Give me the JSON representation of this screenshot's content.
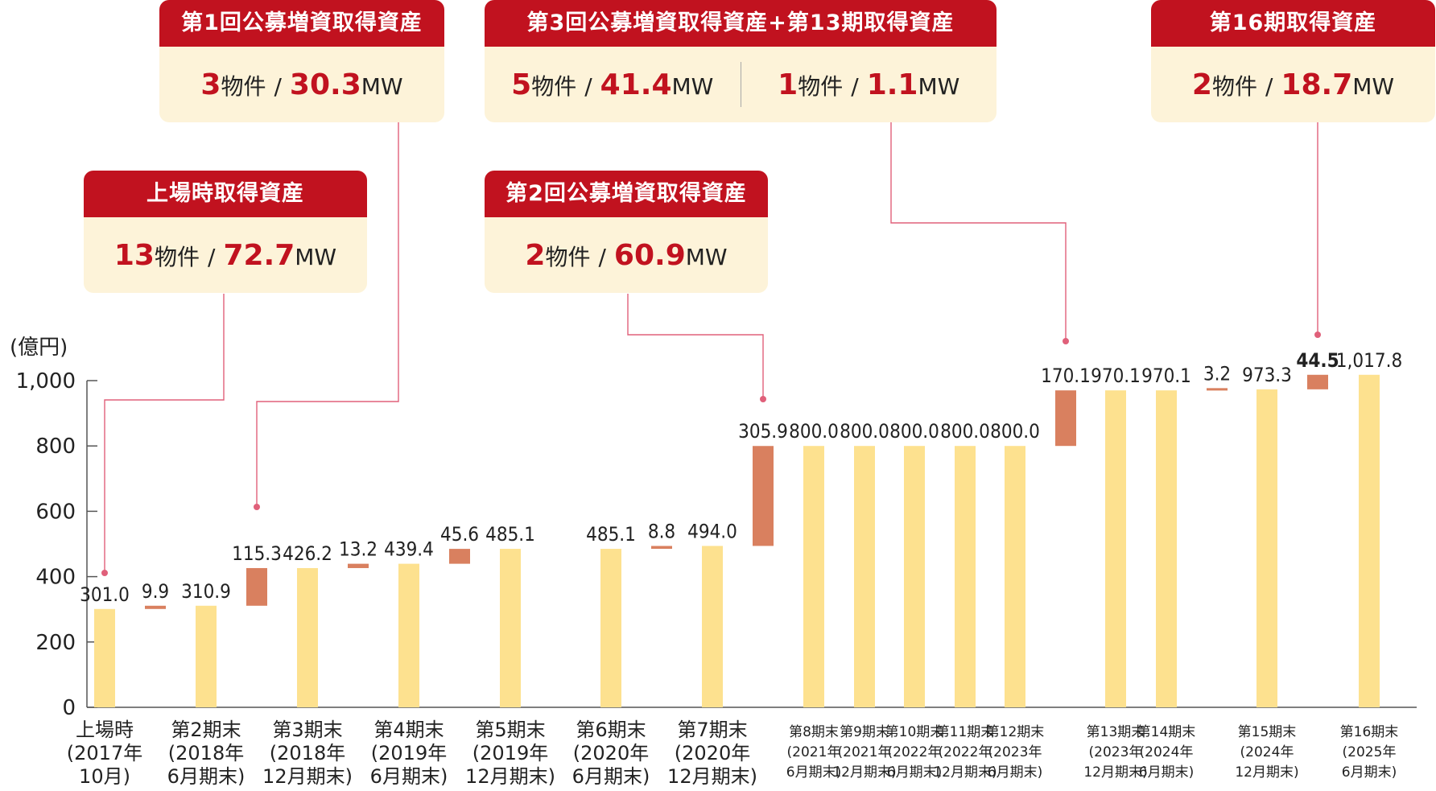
{
  "chart_data": {
    "type": "bar",
    "ylabel": "(億円)",
    "ylim": [
      0,
      1000
    ],
    "yticks": [
      0,
      200,
      400,
      600,
      800,
      1000
    ],
    "ytick_labels": [
      "0",
      "200",
      "400",
      "600",
      "800",
      "1,000"
    ],
    "grid": false,
    "series_colors": {
      "total": "#fde18f",
      "increment": "#d9805f"
    },
    "bars": [
      {
        "kind": "total",
        "label": "301.0",
        "base": 0,
        "value": 301.0,
        "category": [
          "上場時",
          "(2017年",
          "10月)"
        ]
      },
      {
        "kind": "increment",
        "label": "9.9",
        "base": 301.0,
        "value": 9.9
      },
      {
        "kind": "total",
        "label": "310.9",
        "base": 0,
        "value": 310.9,
        "category": [
          "第2期末",
          "(2018年",
          "6月期末)"
        ]
      },
      {
        "kind": "increment",
        "label": "115.3",
        "base": 310.9,
        "value": 115.3
      },
      {
        "kind": "total",
        "label": "426.2",
        "base": 0,
        "value": 426.2,
        "category": [
          "第3期末",
          "(2018年",
          "12月期末)"
        ]
      },
      {
        "kind": "increment",
        "label": "13.2",
        "base": 426.2,
        "value": 13.2
      },
      {
        "kind": "total",
        "label": "439.4",
        "base": 0,
        "value": 439.4,
        "category": [
          "第4期末",
          "(2019年",
          "6月期末)"
        ]
      },
      {
        "kind": "increment",
        "label": "45.6",
        "base": 439.4,
        "value": 45.6
      },
      {
        "kind": "total",
        "label": "485.1",
        "base": 0,
        "value": 485.1,
        "category": [
          "第5期末",
          "(2019年",
          "12月期末)"
        ]
      },
      {
        "kind": "total",
        "label": "485.1",
        "base": 0,
        "value": 485.1,
        "category": [
          "第6期末",
          "(2020年",
          "6月期末)"
        ]
      },
      {
        "kind": "increment",
        "label": "8.8",
        "base": 485.1,
        "value": 8.8
      },
      {
        "kind": "total",
        "label": "494.0",
        "base": 0,
        "value": 494.0,
        "category": [
          "第7期末",
          "(2020年",
          "12月期末)"
        ]
      },
      {
        "kind": "increment",
        "label": "305.9",
        "base": 494.0,
        "value": 305.9
      },
      {
        "kind": "total",
        "label": "800.0",
        "base": 0,
        "value": 800.0,
        "category": [
          "第8期末",
          "(2021年",
          "6月期末)"
        ]
      },
      {
        "kind": "total",
        "label": "800.0",
        "base": 0,
        "value": 800.0,
        "category": [
          "第9期末",
          "(2021年",
          "12月期末)"
        ]
      },
      {
        "kind": "total",
        "label": "800.0",
        "base": 0,
        "value": 800.0,
        "category": [
          "第10期末",
          "(2022年",
          "6月期末)"
        ]
      },
      {
        "kind": "total",
        "label": "800.0",
        "base": 0,
        "value": 800.0,
        "category": [
          "第11期末",
          "(2022年",
          "12月期末)"
        ]
      },
      {
        "kind": "total",
        "label": "800.0",
        "base": 0,
        "value": 800.0,
        "category": [
          "第12期末",
          "(2023年",
          "6月期末)"
        ]
      },
      {
        "kind": "increment",
        "label": "170.1",
        "base": 800.0,
        "value": 170.1
      },
      {
        "kind": "total",
        "label": "970.1",
        "base": 0,
        "value": 970.1,
        "category": [
          "第13期末",
          "(2023年",
          "12月期末)"
        ]
      },
      {
        "kind": "total",
        "label": "970.1",
        "base": 0,
        "value": 970.1,
        "category": [
          "第14期末",
          "(2024年",
          "6月期末)"
        ]
      },
      {
        "kind": "increment",
        "label": "3.2",
        "base": 970.1,
        "value": 3.2
      },
      {
        "kind": "total",
        "label": "973.3",
        "base": 0,
        "value": 973.3,
        "category": [
          "第15期末",
          "(2024年",
          "12月期末)"
        ]
      },
      {
        "kind": "increment",
        "label": "44.5",
        "base": 973.3,
        "value": 44.5,
        "highlight": true
      },
      {
        "kind": "total",
        "label": "1,017.8",
        "base": 0,
        "value": 1017.8,
        "category": [
          "第16期末",
          "(2025年",
          "6月期末)"
        ]
      }
    ]
  },
  "callouts": [
    {
      "title": "上場時取得資産",
      "cells": [
        {
          "count": "13",
          "count_unit": "物件",
          "mw": "72.7",
          "mw_unit": "MW"
        }
      ]
    },
    {
      "title": "第1回公募増資取得資産",
      "cells": [
        {
          "count": "3",
          "count_unit": "物件",
          "mw": "30.3",
          "mw_unit": "MW"
        }
      ]
    },
    {
      "title": "第2回公募増資取得資産",
      "cells": [
        {
          "count": "2",
          "count_unit": "物件",
          "mw": "60.9",
          "mw_unit": "MW"
        }
      ]
    },
    {
      "title": "第3回公募増資取得資産+第13期取得資産",
      "cells": [
        {
          "count": "5",
          "count_unit": "物件",
          "mw": "41.4",
          "mw_unit": "MW"
        },
        {
          "count": "1",
          "count_unit": "物件",
          "mw": "1.1",
          "mw_unit": "MW"
        }
      ]
    },
    {
      "title": "第16期取得資産",
      "cells": [
        {
          "count": "2",
          "count_unit": "物件",
          "mw": "18.7",
          "mw_unit": "MW"
        }
      ]
    }
  ],
  "slash": "/",
  "colors": {
    "accent": "#c1121f",
    "callout_bg": "#fdf3d9",
    "total": "#fde18f",
    "increment": "#d9805f"
  }
}
